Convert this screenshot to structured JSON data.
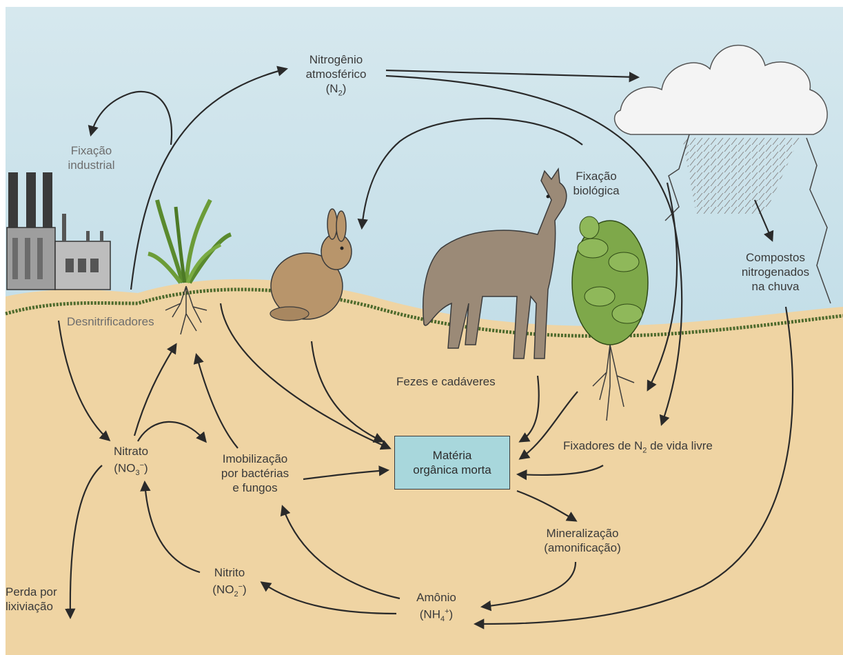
{
  "colors": {
    "sky": "#cfe5ec",
    "soil": "#efd4a3",
    "box": "#a8d7dc",
    "arrow": "#2a2a2a",
    "grass": "#4d6a2c"
  },
  "labels": {
    "n2": {
      "line1": "Nitrogênio",
      "line2": "atmosférico",
      "line3_main": "(N",
      "line3_sub": "2",
      "line3_end": ")"
    },
    "fixacao_industrial": {
      "line1": "Fixação",
      "line2": "industrial"
    },
    "fixacao_biologica": {
      "line1": "Fixação",
      "line2": "biológica"
    },
    "compostos": {
      "line1": "Compostos",
      "line2": "nitrogenados",
      "line3": "na chuva"
    },
    "desnitrificadores": "Desnitrificadores",
    "fezes": "Fezes e cadáveres",
    "fixadores": {
      "main": "Fixadores de N",
      "sub": "2",
      "end": " de vida livre"
    },
    "materia": {
      "line1": "Matéria",
      "line2": "orgânica morta"
    },
    "nitrato": {
      "line1": "Nitrato",
      "line2_main": "(NO",
      "line2_sub": "3",
      "line2_sup": "−",
      "line2_end": ")"
    },
    "imobilizacao": {
      "line1": "Imobilização",
      "line2": "por bactérias",
      "line3": "e fungos"
    },
    "mineralizacao": {
      "line1": "Mineralização",
      "line2": "(amonificação)"
    },
    "nitrito": {
      "line1": "Nitrito",
      "line2_main": "(NO",
      "line2_sub": "2",
      "line2_sup": "−",
      "line2_end": ")"
    },
    "amonio": {
      "line1": "Amônio",
      "line2_main": "(NH",
      "line2_sub": "4",
      "line2_sup": "+",
      "line2_end": ")"
    },
    "perda": {
      "line1": "Perda por",
      "line2": "lixiviação"
    }
  }
}
